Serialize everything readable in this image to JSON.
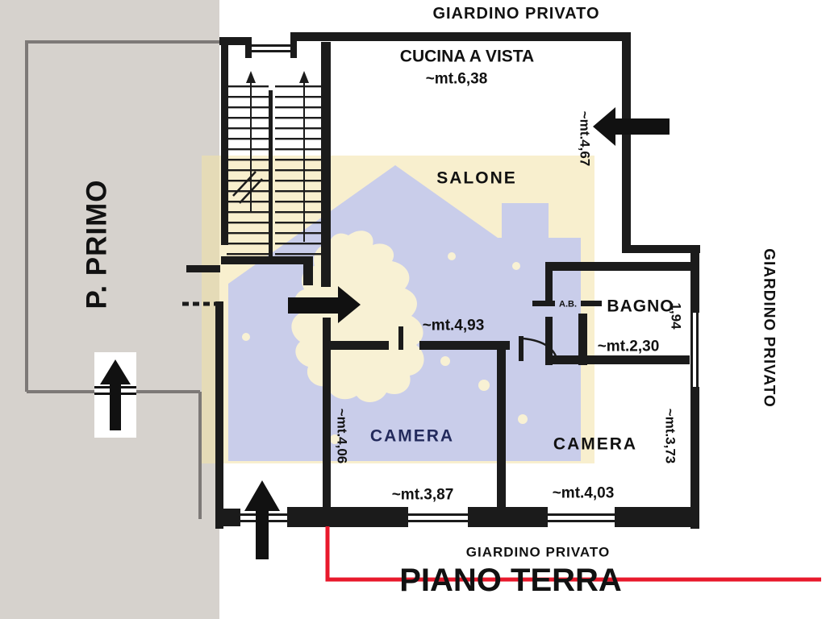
{
  "floorplan": {
    "title": "PIANO TERRA",
    "upper_floor": "P. PRIMO",
    "garden": {
      "top": "GIARDINO PRIVATO",
      "right": "GIARDINO PRIVATO",
      "bottom": "GIARDINO PRIVATO"
    },
    "rooms": {
      "cucina": {
        "name": "CUCINA A VISTA",
        "size": "~mt.6,38"
      },
      "salone": {
        "name": "SALONE",
        "size": "~mt.4,93",
        "terrace_size": "~mt.4,67"
      },
      "bagno": {
        "name": "BAGNO",
        "size": "~mt.2,30",
        "depth": "1,94",
        "annex": "A.B."
      },
      "camera1": {
        "name": "CAMERA",
        "size": "~mt.3,87",
        "depth": "~mt.4,06"
      },
      "camera2": {
        "name": "CAMERA",
        "size": "~mt.4,03",
        "depth": "~mt.3,73"
      }
    },
    "colors": {
      "wall": "#1b1b1b",
      "boundary_line": "#e8192c",
      "upper_floor_area": "#d6d2cd",
      "watermark_square": "#f2e2a5",
      "watermark_house": "#c9cdea",
      "watermark_region": "#f8f1d4",
      "outline_gray": "#7d7977"
    }
  }
}
